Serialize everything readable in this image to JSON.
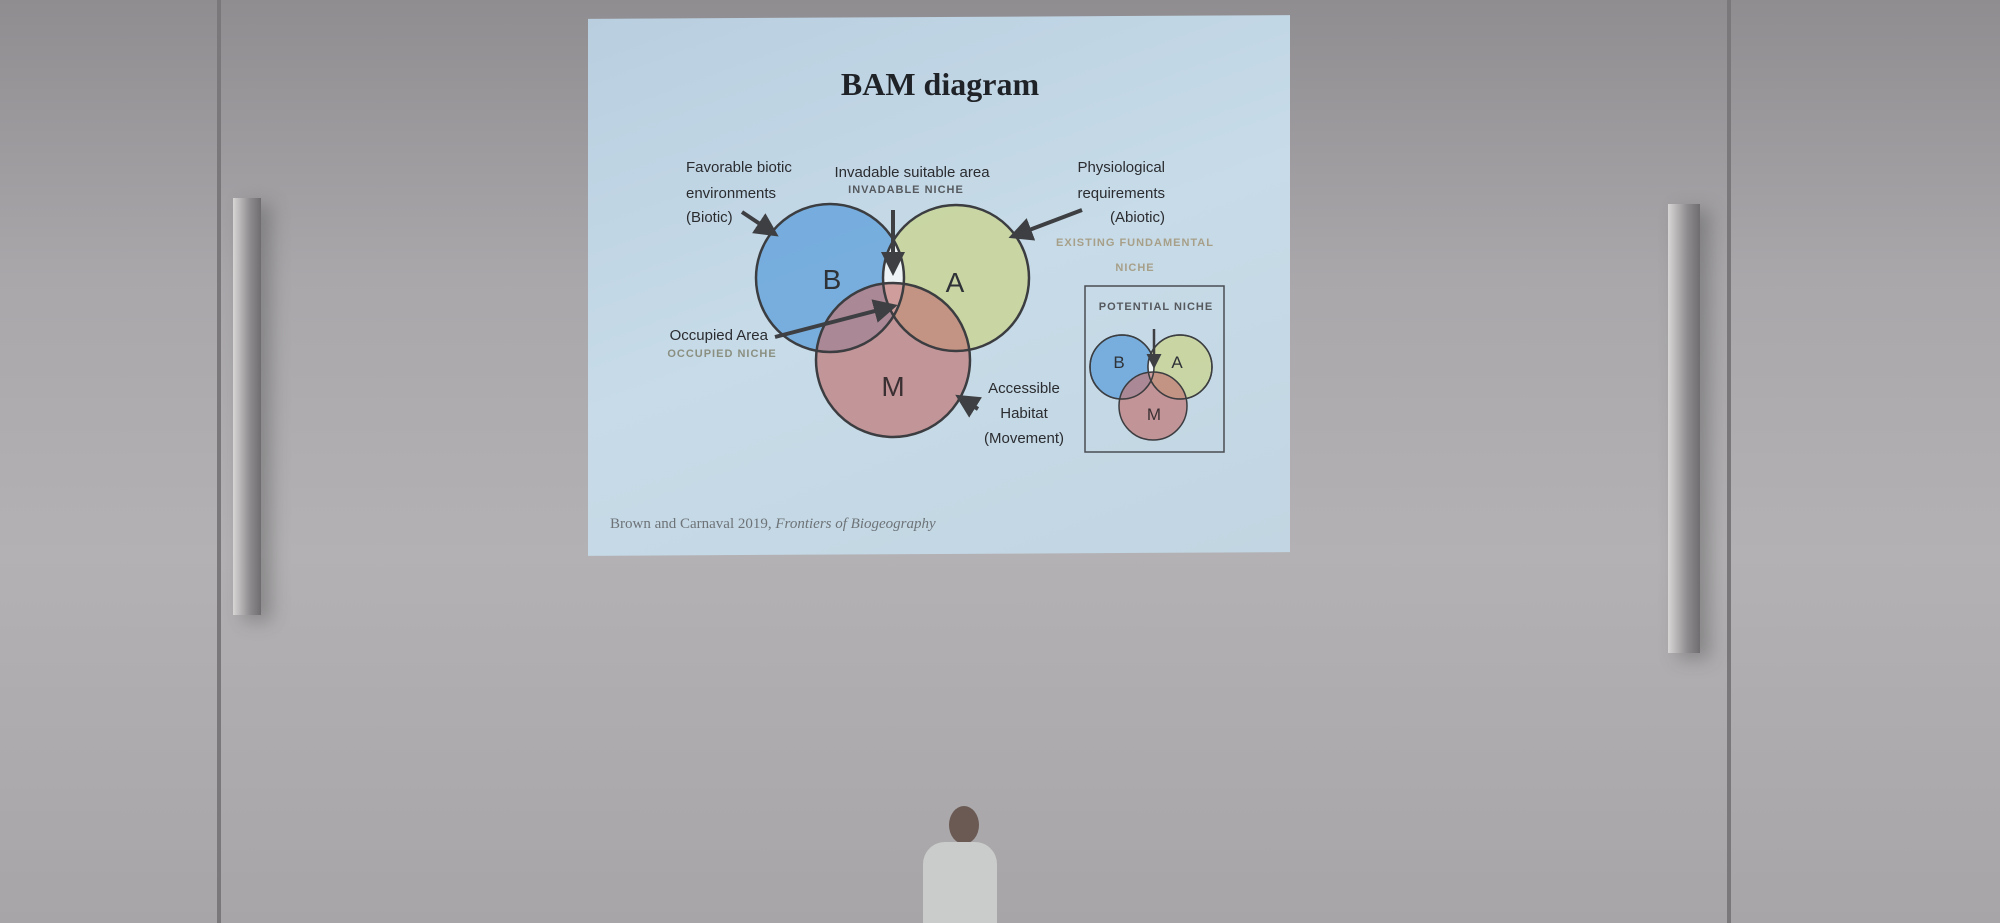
{
  "slide": {
    "title": "BAM diagram",
    "labels": {
      "biotic": [
        "Favorable biotic",
        "environments",
        "(Biotic)"
      ],
      "invadable": "Invadable suitable area",
      "invadable_niche": "INVADABLE NICHE",
      "abiotic": [
        "Physiological",
        "requirements",
        "(Abiotic)"
      ],
      "fundamental_niche": [
        "EXISTING FUNDAMENTAL",
        "NICHE"
      ],
      "occupied_area": "Occupied Area",
      "occupied_niche": "OCCUPIED NICHE",
      "movement": [
        "Accessible",
        "Habitat",
        "(Movement)"
      ],
      "potential_niche": "POTENTIAL NICHE"
    },
    "circles": {
      "b": "B",
      "a": "A",
      "m": "M"
    },
    "citation": "Brown and Carnaval 2019,",
    "citation_journal": "Frontiers of Biogeography",
    "colors": {
      "biotic": "#6ea9dd",
      "abiotic": "#c9d59c",
      "movement": "#c07776",
      "niche_label": "#8a8f80",
      "potential": "#55595e"
    }
  }
}
